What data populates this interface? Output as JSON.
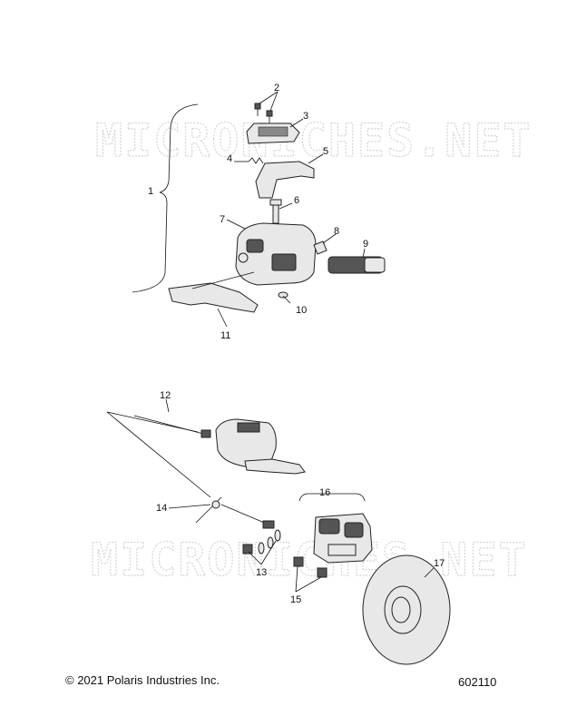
{
  "watermark": "MICRONICHES.NET",
  "footer": {
    "copyright": "© 2021 Polaris Industries Inc.",
    "diagram_number": "602110"
  },
  "callouts": [
    "1",
    "2",
    "3",
    "4",
    "5",
    "6",
    "7",
    "8",
    "9",
    "10",
    "11",
    "12",
    "13",
    "14",
    "15",
    "16",
    "17"
  ]
}
